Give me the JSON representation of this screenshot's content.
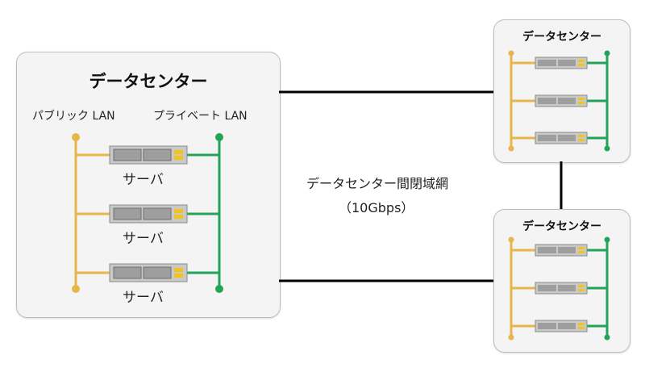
{
  "main_dc": {
    "title": "データセンター",
    "public_lan": "パブリック LAN",
    "private_lan": "プライベート LAN",
    "servers": [
      "サーバ",
      "サーバ",
      "サーバ"
    ]
  },
  "remote_dcs": [
    {
      "title": "データセンター"
    },
    {
      "title": "データセンター"
    }
  ],
  "interconnect": {
    "label": "データセンター間閉域網",
    "speed": "（10Gbps）"
  },
  "colors": {
    "public": "#e8b54a",
    "private": "#23a35a",
    "link": "#000000",
    "box_bg": "#f4f4f4"
  }
}
